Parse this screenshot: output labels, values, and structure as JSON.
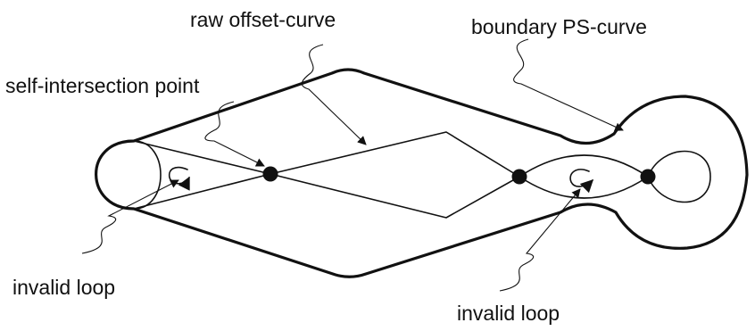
{
  "labels": {
    "raw_offset_curve": "raw offset-curve",
    "boundary_ps_curve": "boundary PS-curve",
    "self_intersection_point": "self-intersection point",
    "invalid_loop_left": "invalid loop",
    "invalid_loop_right": "invalid loop"
  },
  "colors": {
    "stroke": "#111111",
    "background": "#ffffff"
  }
}
